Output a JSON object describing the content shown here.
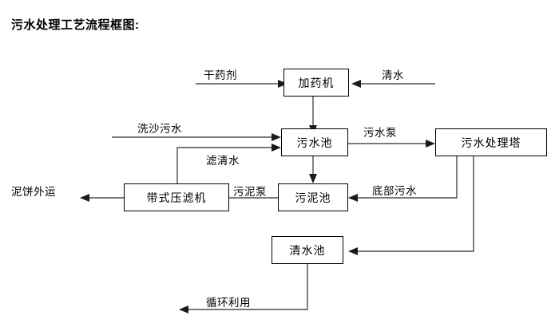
{
  "title": "污水处理工艺流程框图:",
  "diagram": {
    "type": "flowchart",
    "nodes": [
      {
        "id": "dosing_machine",
        "label": "加药机"
      },
      {
        "id": "sewage_pool",
        "label": "污水池"
      },
      {
        "id": "treatment_tower",
        "label": "污水处理塔"
      },
      {
        "id": "belt_filter_press",
        "label": "带式压滤机"
      },
      {
        "id": "sludge_pool",
        "label": "污泥池"
      },
      {
        "id": "clear_water_pool",
        "label": "清水池"
      }
    ],
    "edge_labels": [
      {
        "id": "dry_agent",
        "label": "干药剂"
      },
      {
        "id": "clean_water_in",
        "label": "清水"
      },
      {
        "id": "sand_wash_sewage",
        "label": "洗沙污水"
      },
      {
        "id": "filtrate",
        "label": "滤清水"
      },
      {
        "id": "sewage_pump",
        "label": "污水泵"
      },
      {
        "id": "mud_cake_out",
        "label": "泥饼外运"
      },
      {
        "id": "sludge_pump",
        "label": "污泥泵"
      },
      {
        "id": "bottom_sewage",
        "label": "底部污水"
      },
      {
        "id": "recycle_use",
        "label": "循环利用"
      }
    ]
  },
  "colors": {
    "line": "#4d4d4d",
    "arrow": "#1a1a1a",
    "text": "#000000",
    "background": "#ffffff"
  }
}
